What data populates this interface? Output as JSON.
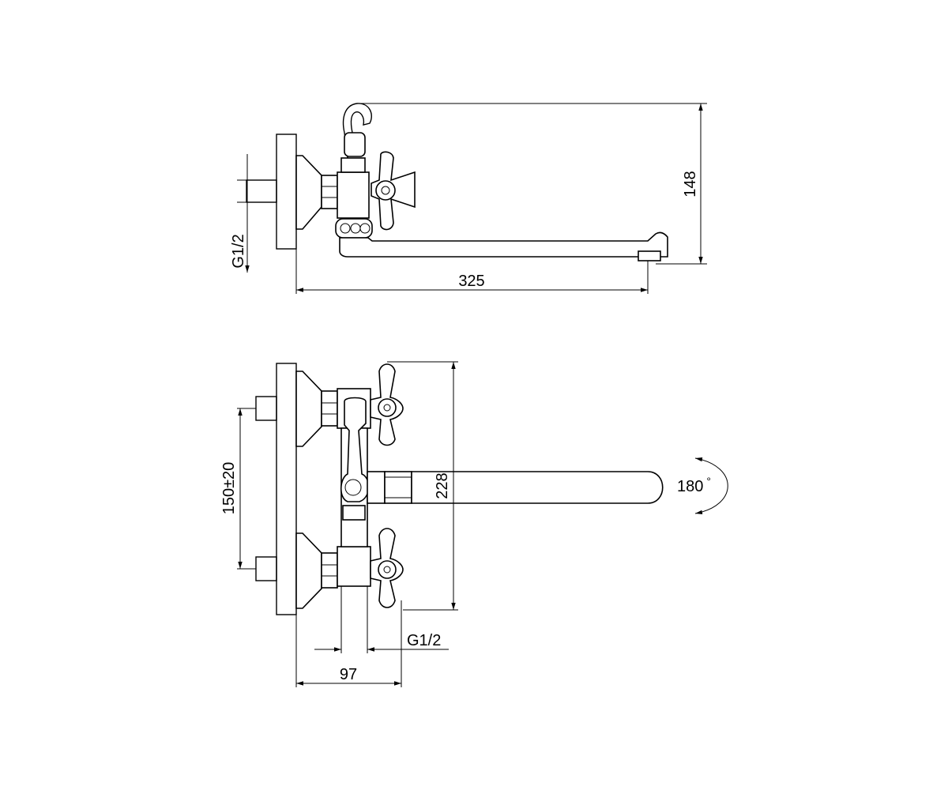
{
  "top_view": {
    "dim_height": "148",
    "dim_length": "325",
    "thread": "G1/2"
  },
  "front_view": {
    "dim_spacing": "150±20",
    "dim_height": "228",
    "rotation": "180",
    "degree_symbol": "°",
    "thread": "G1/2",
    "dim_depth": "97"
  },
  "colors": {
    "line": "#000000",
    "background": "#ffffff"
  }
}
